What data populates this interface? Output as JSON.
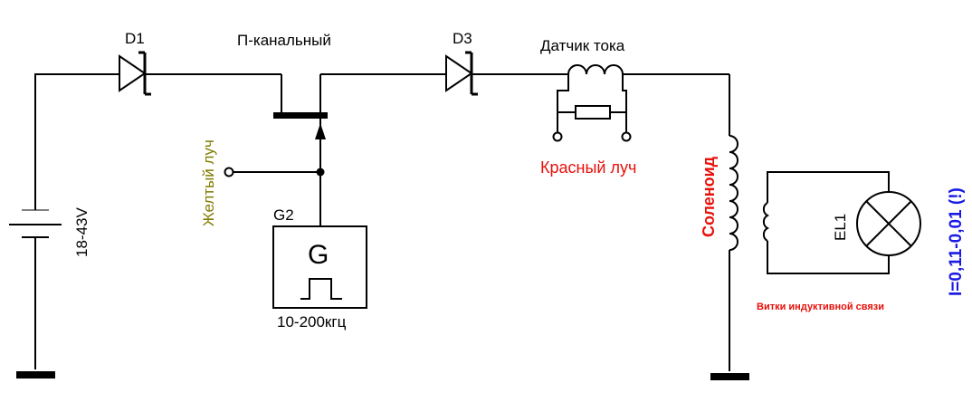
{
  "labels": {
    "d1": "D1",
    "d3": "D3",
    "mosfet": "П-канальный",
    "current_sensor": "Датчик тока",
    "red_beam": "Красный луч",
    "yellow_beam": "Желтый луч",
    "generator_ref": "G2",
    "generator_symbol": "G",
    "frequency": "10-200кгц",
    "voltage": "18-43V",
    "solenoid": "Соленоид",
    "lamp": "EL1",
    "coupling_turns": "Витки индуктивной связи",
    "current": "I=0,11-0,01 (!)"
  },
  "colors": {
    "wire": "#000000",
    "red_text": "#e8100a",
    "olive_text": "#807d00",
    "blue_text": "#1a1ae6"
  }
}
